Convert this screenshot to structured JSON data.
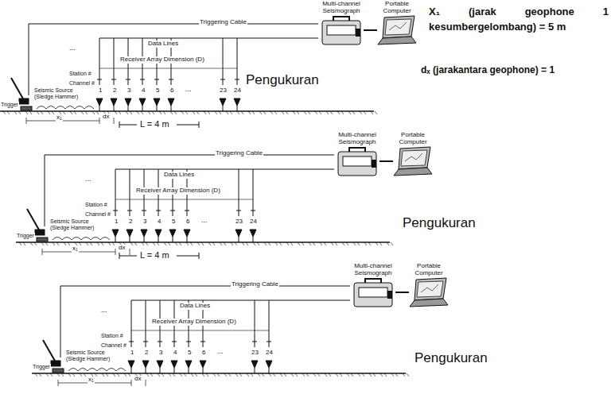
{
  "diagram": {
    "nodes": [
      {
        "text": [
          "Multi-channel Seismograph"
        ]
      },
      {
        "text": [
          "Portable Computer"
        ]
      },
      {
        "text": [
          "Multi-channel Seismograph"
        ]
      },
      {
        "text": [
          "Portable Computer"
        ]
      },
      {
        "text": [
          "Multi-channel Seismograph"
        ]
      },
      {
        "text": [
          "Portable Computer"
        ]
      }
    ],
    "edges": [
      {
        "from": 0,
        "to": 1,
        "arrow": "none"
      },
      {
        "from": 2,
        "to": 3,
        "arrow": "none"
      },
      {
        "from": 4,
        "to": 5,
        "arrow": "none"
      }
    ],
    "labels": [
      "Triggering Cable",
      "Data Lines",
      "Receiver Array Dimension (D)",
      "Station #",
      "Channel #",
      "1",
      "2",
      "3",
      "4",
      "5",
      "6",
      "23",
      "24",
      "...",
      "...",
      "Seismic Source (Sledge Hammer)",
      "Trigger",
      "x₁",
      "dx",
      "Triggering Cable",
      "Data Lines",
      "Receiver Array Dimension (D)",
      "Station #",
      "Channel #",
      "1",
      "2",
      "3",
      "4",
      "5",
      "6",
      "23",
      "24",
      "...",
      "...",
      "Seismic Source (Sledge Hammer)",
      "Trigger",
      "x₁",
      "dx",
      "Triggering Cable",
      "Data Lines",
      "Receiver Array Dimension (D)",
      "Station #",
      "Channel #",
      "1",
      "2",
      "3",
      "4",
      "5",
      "6",
      "23",
      "24",
      "...",
      "...",
      "Seismic Source (Sledge Hammer)",
      "Trigger",
      "x₁",
      "dx",
      "Pengukuran",
      "Pengukuran",
      "Pengukuran",
      "L = 4 m",
      "L = 4 m",
      "X₁ (jarak geophone 1 kesumbergelombang) = 5 m",
      "dₓ (jarakantara geophone) = 1"
    ]
  }
}
